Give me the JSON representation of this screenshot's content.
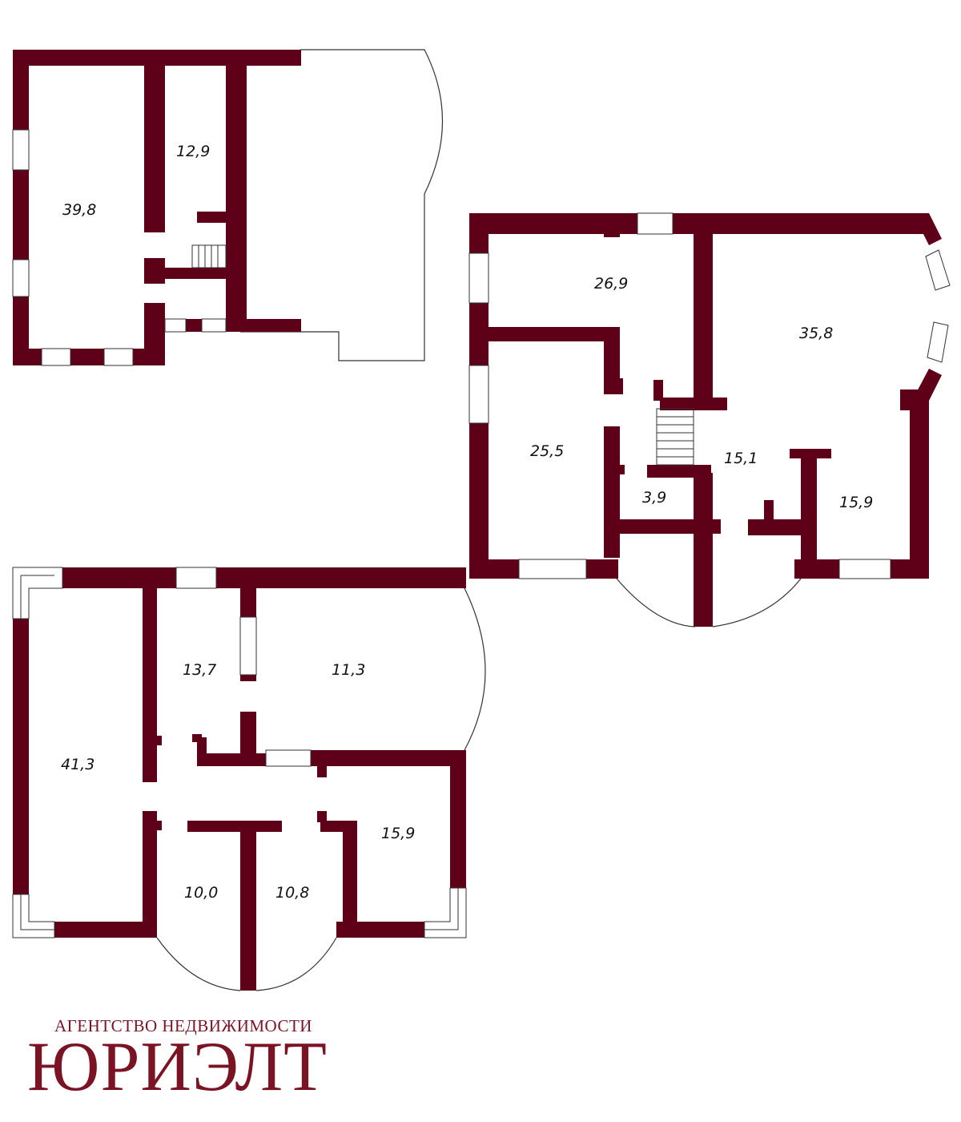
{
  "colors": {
    "wall": "#5e0018",
    "brand": "#7a1424",
    "line": "#333333"
  },
  "plans": [
    {
      "name": "top-left-floor",
      "rooms": [
        {
          "label": "39,8"
        },
        {
          "label": "12,9"
        }
      ]
    },
    {
      "name": "right-floor",
      "rooms": [
        {
          "label": "26,9"
        },
        {
          "label": "35,8"
        },
        {
          "label": "25,5"
        },
        {
          "label": "15,1"
        },
        {
          "label": "3,9"
        },
        {
          "label": "15,9"
        }
      ]
    },
    {
      "name": "bottom-left-floor",
      "rooms": [
        {
          "label": "13,7"
        },
        {
          "label": "11,3"
        },
        {
          "label": "41,3"
        },
        {
          "label": "15,9"
        },
        {
          "label": "10,0"
        },
        {
          "label": "10,8"
        }
      ]
    }
  ],
  "brand": {
    "subtitle": "АГЕНТСТВО НЕДВИЖИМОСТИ",
    "name": "ЮРИЭЛТ"
  }
}
